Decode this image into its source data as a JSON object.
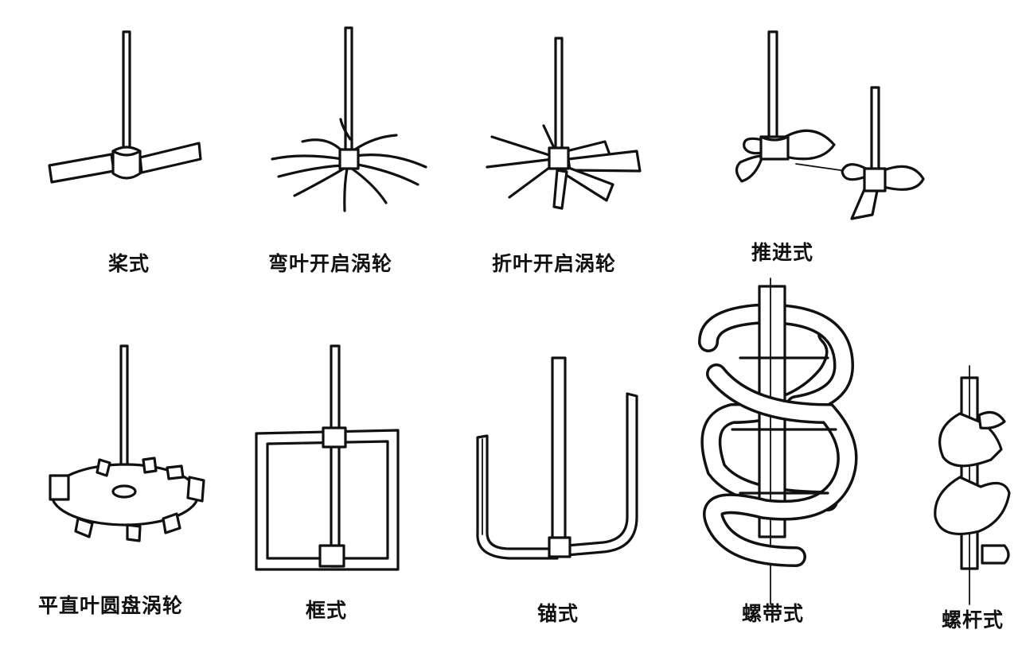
{
  "impellers": [
    {
      "id": "paddle",
      "label": "桨式"
    },
    {
      "id": "curved-open-turbine",
      "label": "弯叶开启涡轮"
    },
    {
      "id": "pitched-open-turbine",
      "label": "折叶开启涡轮"
    },
    {
      "id": "propeller",
      "label": "推进式"
    },
    {
      "id": "disc-turbine",
      "label": "平直叶圆盘涡轮"
    },
    {
      "id": "frame",
      "label": "框式"
    },
    {
      "id": "anchor",
      "label": "锚式"
    },
    {
      "id": "helical-ribbon",
      "label": "螺带式"
    },
    {
      "id": "screw",
      "label": "螺杆式"
    }
  ]
}
